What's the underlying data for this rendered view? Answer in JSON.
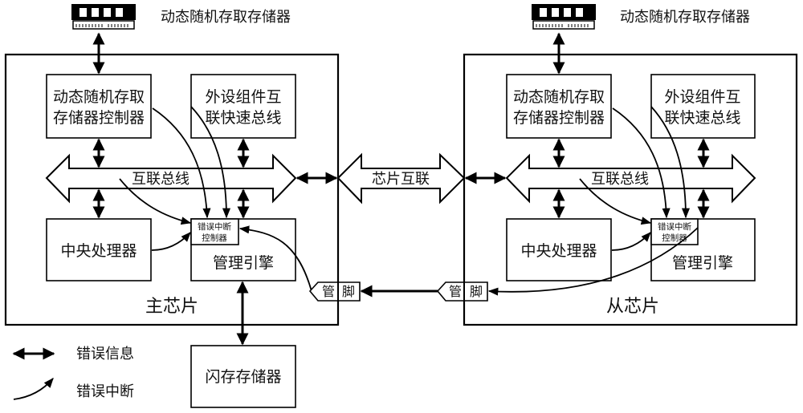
{
  "diagram": {
    "colors": {
      "stroke": "#000000",
      "background": "#ffffff",
      "text": "#111111"
    },
    "master_chip": {
      "label": "主芯片",
      "dram_label": "动态随机存取存储器",
      "dram_controller": [
        "动态随机存取",
        "存储器控制器"
      ],
      "pcie": [
        "外设组件互",
        "联快速总线"
      ],
      "bus": "互联总线",
      "cpu": "中央处理器",
      "management_engine": "管理引擎",
      "error_interrupt_controller": [
        "错误中断",
        "控制器"
      ],
      "pin": [
        "管",
        "脚"
      ]
    },
    "slave_chip": {
      "label": "从芯片",
      "dram_label": "动态随机存取存储器",
      "dram_controller": [
        "动态随机存取",
        "存储器控制器"
      ],
      "pcie": [
        "外设组件互",
        "联快速总线"
      ],
      "bus": "互联总线",
      "cpu": "中央处理器",
      "management_engine": "管理引擎",
      "error_interrupt_controller": [
        "错误中断",
        "控制器"
      ],
      "pin": [
        "管",
        "脚"
      ]
    },
    "chip_interconnect": "芯片互联",
    "flash": "闪存存储器",
    "legend": [
      {
        "icon": "double-arrow-icon",
        "label": "错误信息"
      },
      {
        "icon": "curved-arrow-icon",
        "label": "错误中断"
      }
    ]
  }
}
